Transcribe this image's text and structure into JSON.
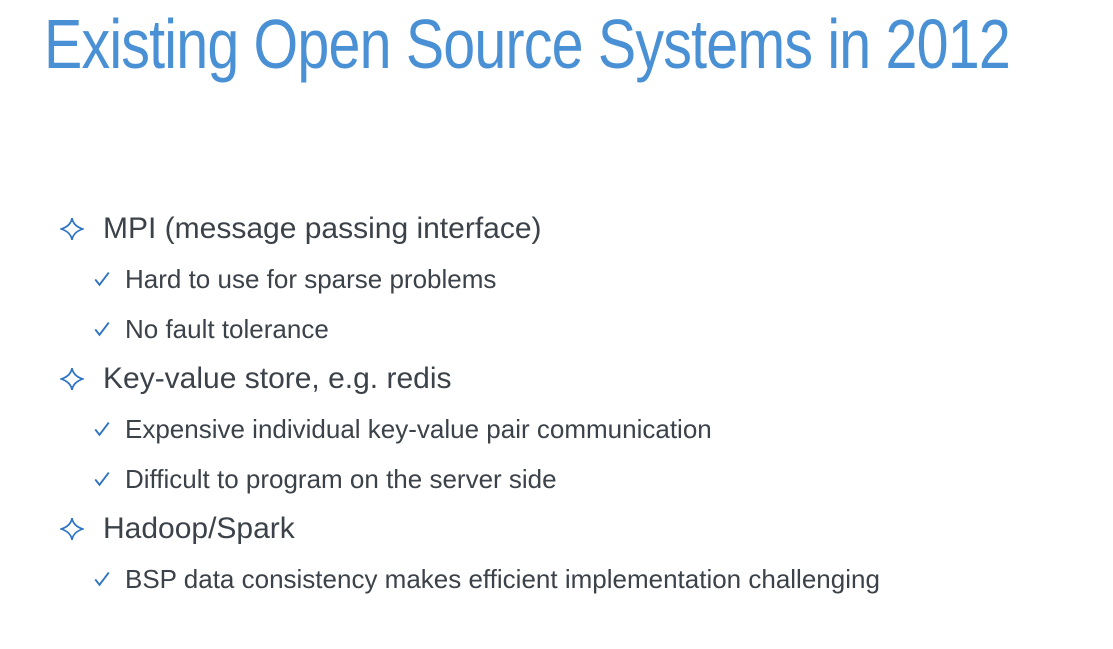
{
  "slide": {
    "title": "Existing Open Source Systems in 2012",
    "colors": {
      "title": "#4a90d5",
      "icon": "#2e74c4",
      "body": "#3c4249",
      "background": "#ffffff"
    },
    "icons": {
      "section_bullet": "four-pointed-star-icon",
      "item_bullet": "check-icon"
    },
    "sections": [
      {
        "heading": "MPI (message passing interface)",
        "items": [
          "Hard to use for sparse problems",
          "No fault tolerance"
        ]
      },
      {
        "heading": "Key-value store, e.g. redis",
        "items": [
          "Expensive individual key-value pair communication",
          "Difficult to program on the server side"
        ]
      },
      {
        "heading": "Hadoop/Spark",
        "items": [
          "BSP data consistency makes efficient implementation challenging"
        ]
      }
    ]
  }
}
